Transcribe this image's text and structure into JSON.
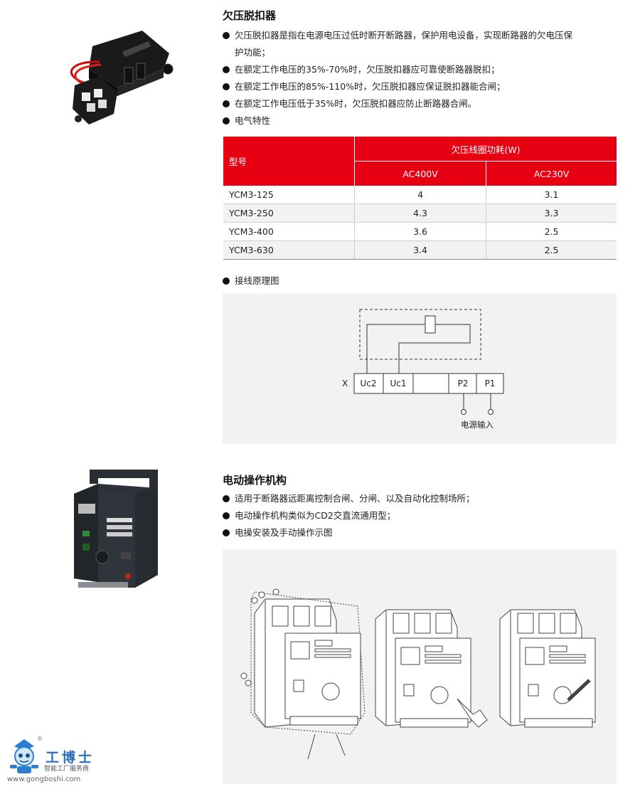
{
  "section1": {
    "title": "欠压脱扣器",
    "bullets": [
      "欠压脱扣器是指在电源电压过低时断开断路器，保护用电设备，实现断路器的欠电压保",
      "护功能；",
      "在额定工作电压的35%-70%时，欠压脱扣器应可靠使断路器脱扣；",
      "在额定工作电压的85%-110%时，欠压脱扣器应保证脱扣器能合闸；",
      "在额定工作电压低于35%时，欠压脱扣器应防止断路器合闸。",
      "电气特性"
    ],
    "table": {
      "model_header": "型号",
      "group_header": "欠压线圈功耗(W)",
      "col1_header": "AC400V",
      "col2_header": "AC230V",
      "rows": [
        {
          "model": "YCM3-125",
          "ac400": "4",
          "ac230": "3.1"
        },
        {
          "model": "YCM3-250",
          "ac400": "4.3",
          "ac230": "3.3"
        },
        {
          "model": "YCM3-400",
          "ac400": "3.6",
          "ac230": "2.5"
        },
        {
          "model": "YCM3-630",
          "ac400": "3.4",
          "ac230": "2.5"
        }
      ]
    },
    "wiring_title": "接线原理图",
    "diagram": {
      "x_label": "X",
      "terminals": [
        "Uc2",
        "Uc1",
        "",
        "P2",
        "P1"
      ],
      "power_label": "电源输入"
    }
  },
  "section2": {
    "title": "电动操作机构",
    "bullets": [
      "适用于断路器远距离控制合闸、分闸、以及自动化控制场所；",
      "电动操作机构类似为CD2交直流通用型；",
      "电操安装及手动操作示图"
    ]
  },
  "logo": {
    "brand": "工博士",
    "tagline": "智能工厂服务商",
    "url": "www.gongboshi.com",
    "reg": "®"
  },
  "colors": {
    "accent": "#e60012",
    "panel": "#f2f2f2"
  }
}
